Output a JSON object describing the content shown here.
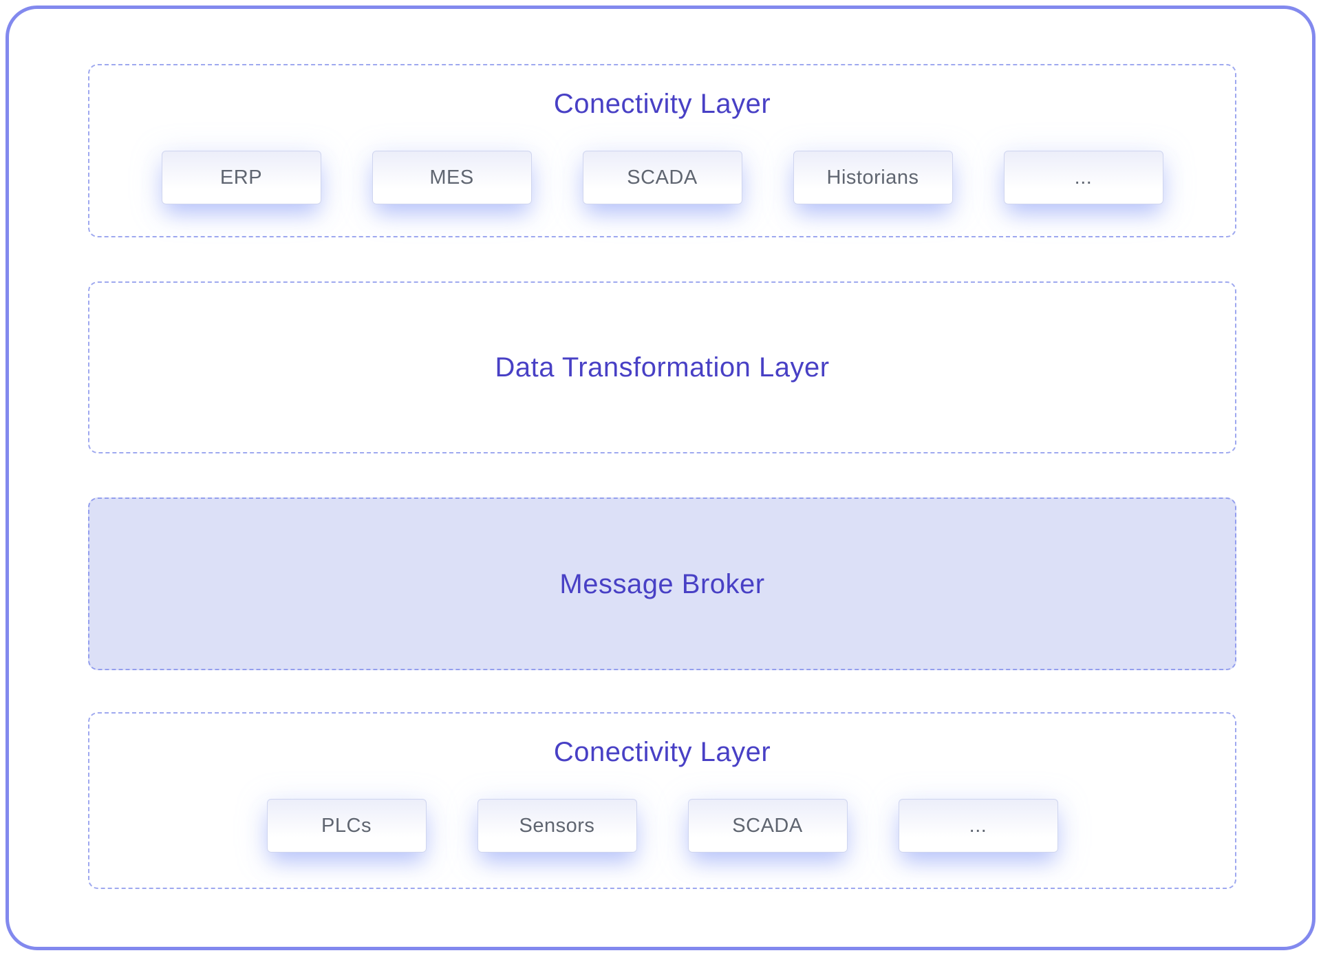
{
  "diagram": {
    "layers": [
      {
        "id": "connectivity-layer-top",
        "title": "Conectivity Layer",
        "boxes": [
          "ERP",
          "MES",
          "SCADA",
          "Historians",
          "..."
        ],
        "filled": false
      },
      {
        "id": "data-transformation-layer",
        "title": "Data Transformation Layer",
        "boxes": [],
        "filled": false
      },
      {
        "id": "message-broker",
        "title": "Message Broker",
        "boxes": [],
        "filled": true
      },
      {
        "id": "connectivity-layer-bottom",
        "title": "Conectivity Layer",
        "boxes": [
          "PLCs",
          "Sensors",
          "SCADA",
          "..."
        ],
        "filled": false
      }
    ],
    "colors": {
      "title_text": "#4840c5",
      "dashed_border": "#9ea8ef",
      "outer_frame_border": "#8289ee",
      "message_broker_fill": "#dce0f7",
      "box_border": "#cfd5ef",
      "box_text": "#5f6570",
      "box_glow": "#93a6f7"
    }
  }
}
